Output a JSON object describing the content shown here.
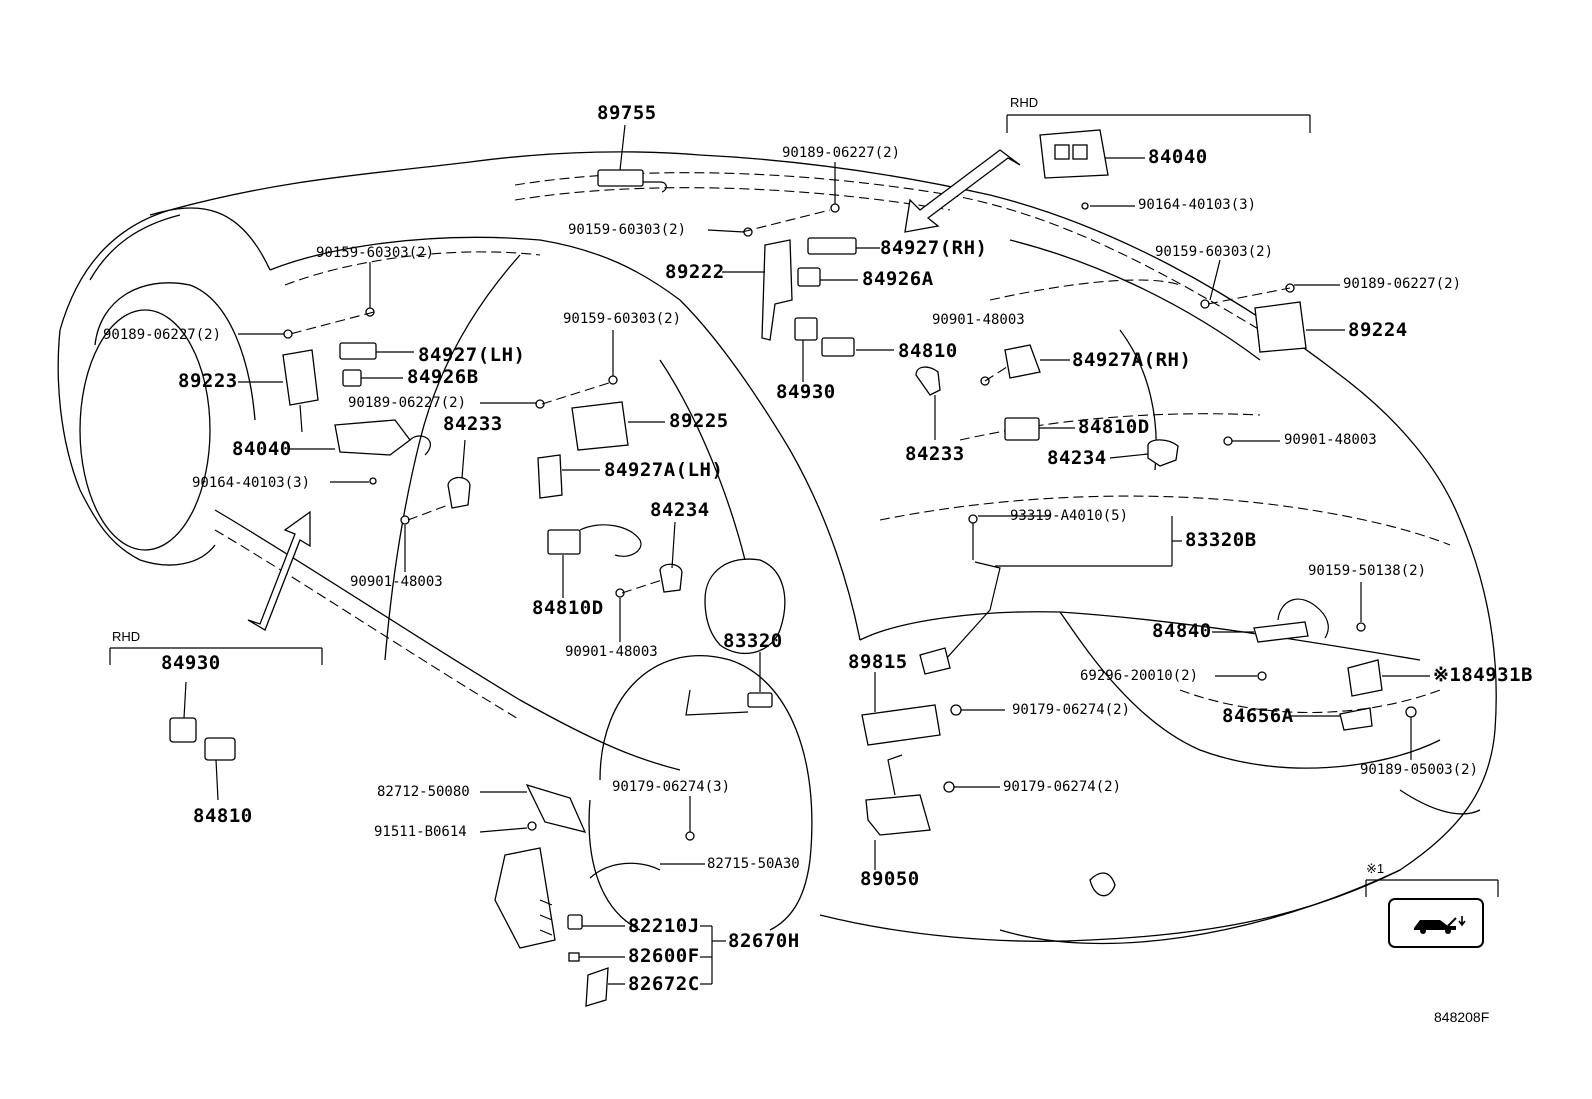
{
  "labels": {
    "p89755": "89755",
    "p90189_06227_top": "90189-06227(2)",
    "p90159_60303_top": "90159-60303(2)",
    "p84927_rh": "84927(RH)",
    "p89222": "89222",
    "p84926a": "84926A",
    "p90901_48003_mid": "90901-48003",
    "p84810_mid": "84810",
    "p84930_mid": "84930",
    "p84927a_rh": "84927A(RH)",
    "p84233_mid": "84233",
    "p84040_rhd": "84040",
    "p90164_40103_rhd": "90164-40103(3)",
    "p90159_60303_right": "90159-60303(2)",
    "p90189_06227_right": "90189-06227(2)",
    "p89224": "89224",
    "p84810d_right": "84810D",
    "p84234_right": "84234",
    "p90901_48003_right": "90901-48003",
    "p93319_a4010": "93319-A4010(5)",
    "p83320b": "83320B",
    "p90159_60303_left": "90159-60303(2)",
    "p90189_06227_left": "90189-06227(2)",
    "p84927_lh": "84927(LH)",
    "p84926b": "84926B",
    "p89223": "89223",
    "p90189_06227_left2": "90189-06227(2)",
    "p84040_left": "84040",
    "p84233_left": "84233",
    "p90164_40103_left": "90164-40103(3)",
    "p90159_60303_center": "90159-60303(2)",
    "p89225": "89225",
    "p84927a_lh": "84927A(LH)",
    "p84234_center": "84234",
    "p84810d_center": "84810D",
    "p90901_48003_left": "90901-48003",
    "p90901_48003_center": "90901-48003",
    "p84930_left": "84930",
    "p84810_left": "84810",
    "p83320": "83320",
    "p89815": "89815",
    "p90179_06274_a": "90179-06274(2)",
    "p90179_06274_b": "90179-06274(2)",
    "p89050": "89050",
    "p90159_50138": "90159-50138(2)",
    "p84840": "84840",
    "p69296_20010": "69296-20010(2)",
    "p84931b": "※184931B",
    "p84656a": "84656A",
    "p90189_05003": "90189-05003(2)",
    "p82712_50080": "82712-50080",
    "p91511_b0614": "91511-B0614",
    "p90179_06274_c": "90179-06274(3)",
    "p82715_50a30": "82715-50A30",
    "p82210j": "82210J",
    "p82600f": "82600F",
    "p82672c": "82672C",
    "p82670h": "82670H"
  },
  "tags": {
    "rhd_top": "RHD",
    "rhd_left": "RHD",
    "note1": "※1"
  },
  "footer": {
    "code": "848208F"
  },
  "icons": {
    "note_icon": "car-trunk-open-icon"
  }
}
